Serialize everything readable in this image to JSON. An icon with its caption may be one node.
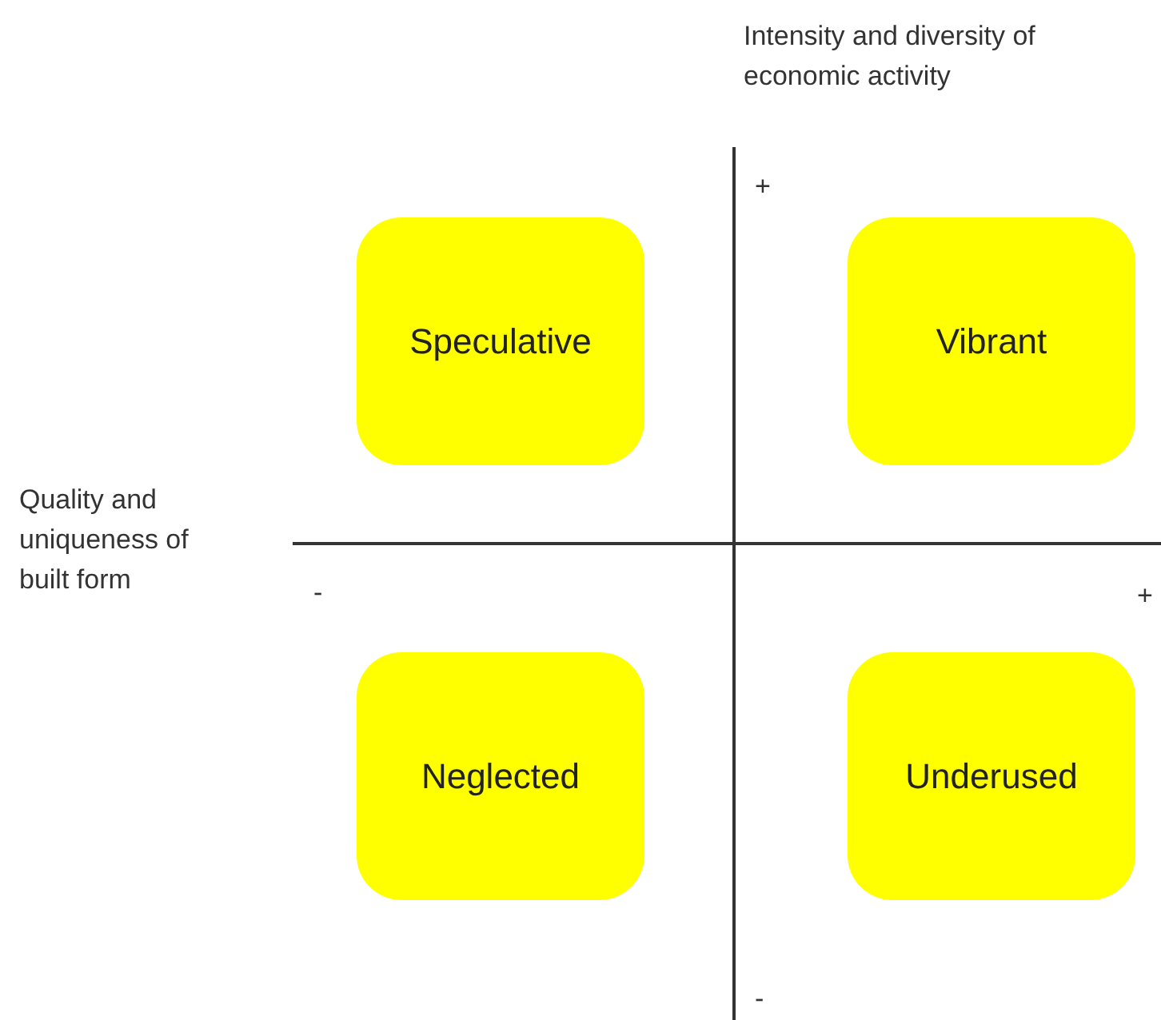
{
  "diagram": {
    "nodes": [
      {
        "text": [
          "Speculative"
        ]
      },
      {
        "text": [
          "Vibrant"
        ]
      },
      {
        "text": [
          "Neglected"
        ]
      },
      {
        "text": [
          "Underused"
        ]
      }
    ],
    "labels": [
      "Intensity and diversity of economic activity",
      "+",
      "Quality and uniqueness of built form",
      "-",
      "+",
      "-"
    ]
  }
}
